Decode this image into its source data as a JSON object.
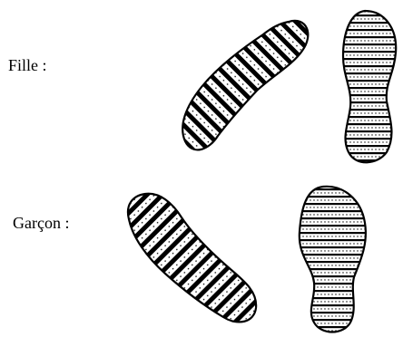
{
  "rows": [
    {
      "label": "Fille :"
    },
    {
      "label": "Garçon :"
    }
  ],
  "colors": {
    "ink": "#000000",
    "background": "#ffffff"
  },
  "patterns": {
    "diagonal_stripes_with_dots": "hatch-diagonal",
    "horizontal_stripes_with_dots": "hatch-horizontal"
  }
}
